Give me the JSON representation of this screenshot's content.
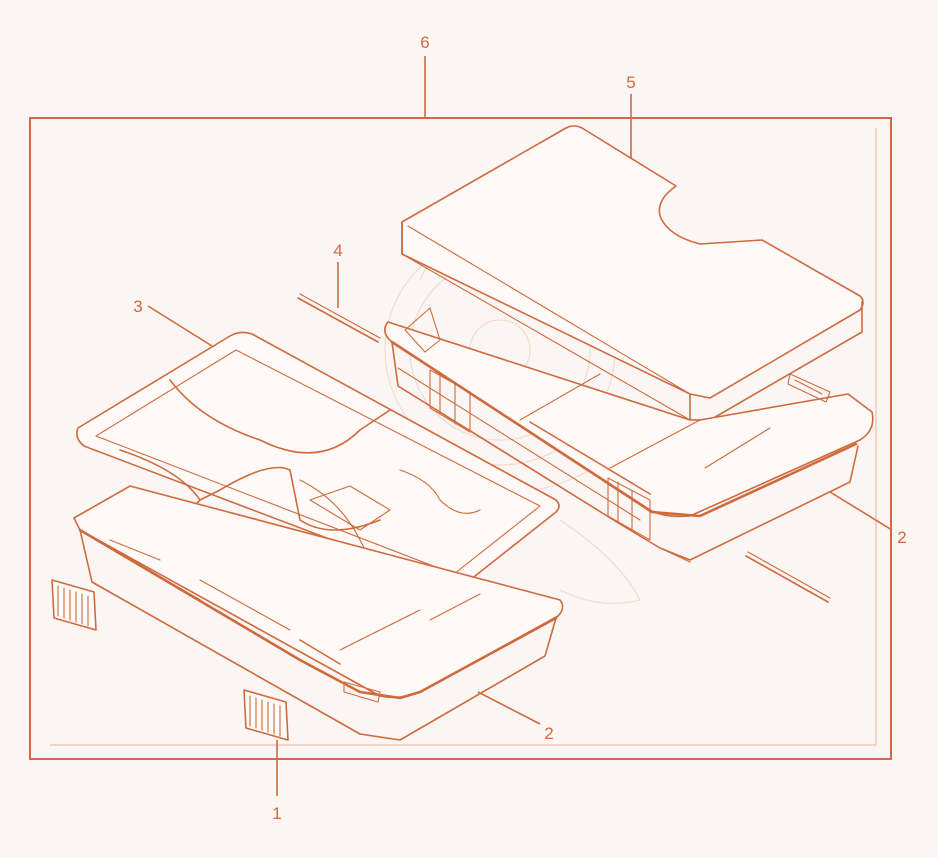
{
  "diagram": {
    "callouts": {
      "c1": "1",
      "c2a": "2",
      "c2b": "2",
      "c3": "3",
      "c4": "4",
      "c5": "5",
      "c6": "6"
    },
    "colors": {
      "ink": "#cf6a3e",
      "frame": "#d4694a",
      "background": "#fbf6f3"
    }
  }
}
